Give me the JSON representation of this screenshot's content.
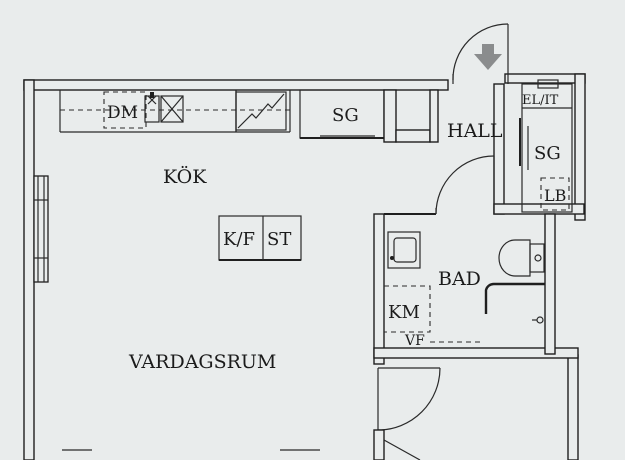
{
  "rooms": {
    "kitchen": "KÖK",
    "living_room": "VARDAGSRUM",
    "hall": "HALL",
    "bathroom": "BAD"
  },
  "fixtures": {
    "dishwasher": "DM",
    "kitchen_wardrobe": "SG",
    "hall_wardrobe": "SG",
    "electrical_it": "EL/IT",
    "linen_cabinet": "LB",
    "fridge_freezer": "K/F",
    "stove": "ST",
    "washing_machine": "KM",
    "water_heater": "VF"
  },
  "colors": {
    "background": "#e9ecec",
    "lines": "#1f1f1f",
    "entry_arrow": "#8a8c8d"
  }
}
